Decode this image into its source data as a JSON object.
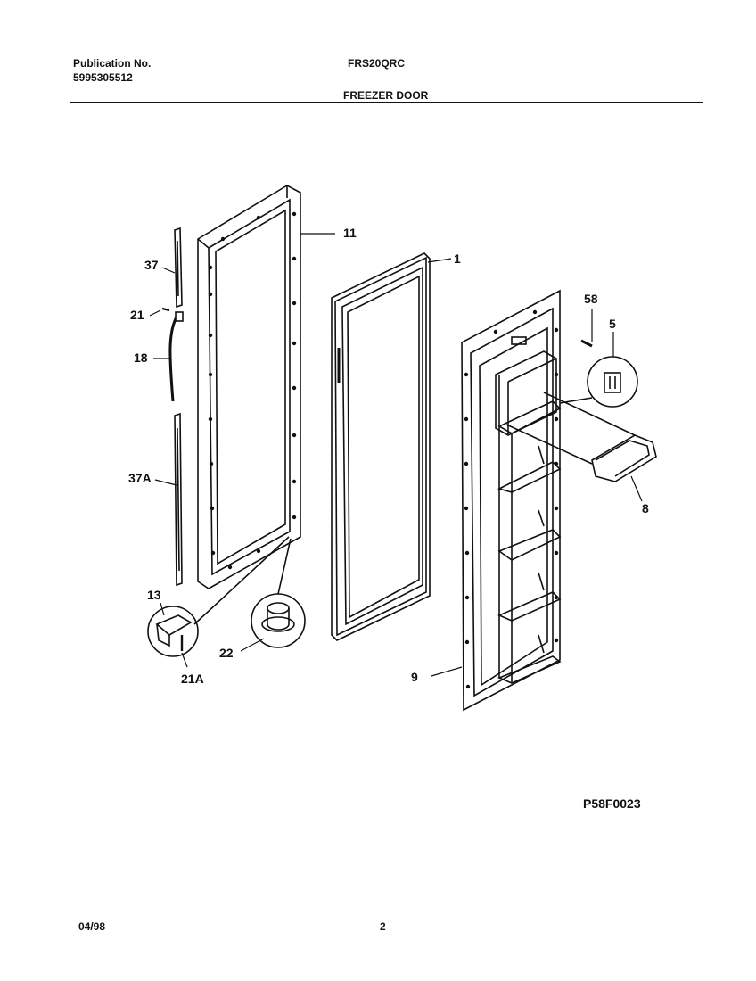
{
  "header": {
    "publication_label": "Publication No.",
    "publication_number": "5995305512",
    "model": "FRS20QRC",
    "section_title": "FREEZER DOOR"
  },
  "callouts": [
    "11",
    "1",
    "37",
    "21",
    "18",
    "37A",
    "58",
    "5",
    "8",
    "13",
    "22",
    "21A",
    "9"
  ],
  "figure_code": "P58F0023",
  "footer": {
    "date": "04/98",
    "page": "2"
  }
}
